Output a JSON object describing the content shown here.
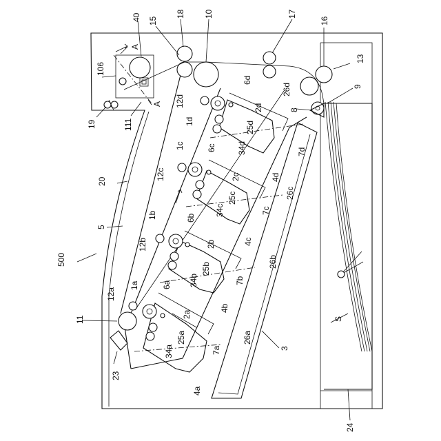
{
  "labels": {
    "l40": "40",
    "l15": "15",
    "l18": "18",
    "l10": "10",
    "l17": "17",
    "l16": "16",
    "l13": "13",
    "l9": "9",
    "l8": "8",
    "lA1": "A",
    "lA2": "A",
    "l106": "106",
    "l111": "111",
    "l19": "19",
    "l20": "20",
    "l5": "5",
    "l500": "500",
    "l11": "11",
    "l23": "23",
    "l3": "3",
    "l24": "24",
    "lS": "S",
    "l12a": "12a",
    "l12b": "12b",
    "l12c": "12c",
    "l12d": "12d",
    "l1a": "1a",
    "l1b": "1b",
    "l1c": "1c",
    "l1d": "1d",
    "l6a": "6a",
    "l6b": "6b",
    "l6c": "6c",
    "l6d": "6d",
    "l2a": "2a",
    "l2b": "2b",
    "l2c": "2c",
    "l2d": "2d",
    "l25a": "25a",
    "l25b": "25b",
    "l25c": "25c",
    "l25d": "25d",
    "l34a": "34a",
    "l34b": "34b",
    "l34c": "34c",
    "l34d": "34d",
    "l26a": "26a",
    "l26b": "26b",
    "l26c": "26c",
    "l26d": "26d",
    "l7a": "7a",
    "l7b": "7b",
    "l7c": "7c",
    "l7d": "7d",
    "l4a": "4a",
    "l4b": "4b",
    "l4c": "4c",
    "l4d": "4d"
  }
}
